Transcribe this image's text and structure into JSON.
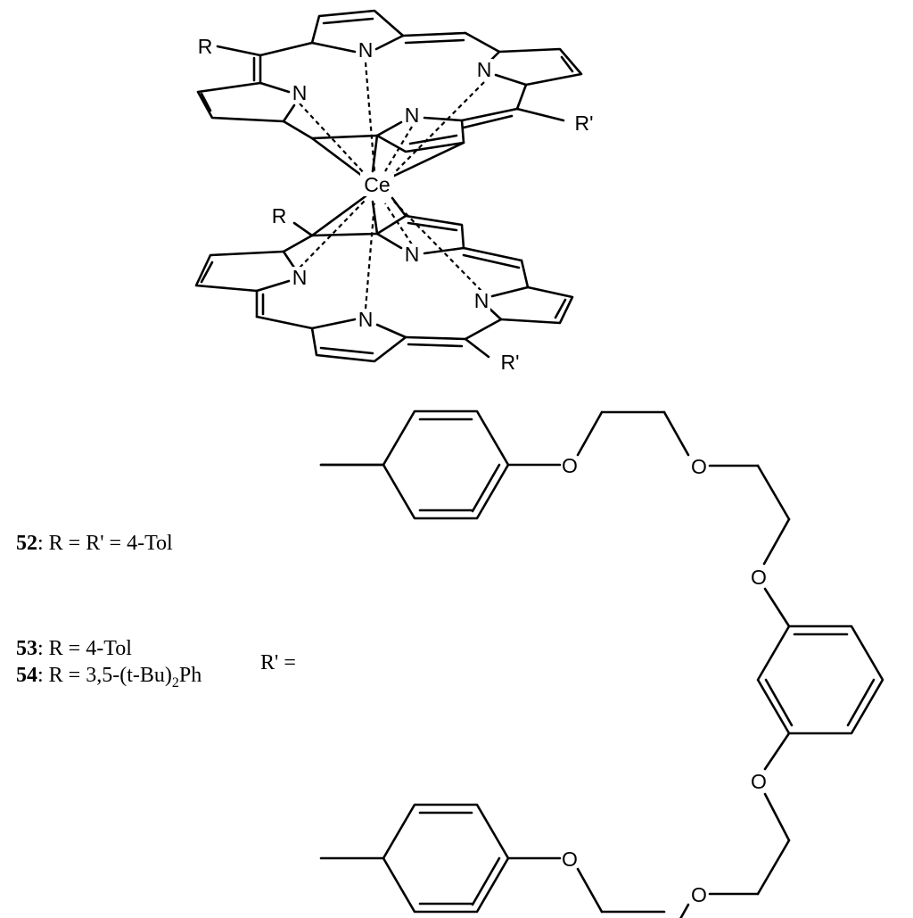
{
  "metal": "Ce",
  "atoms": {
    "nitrogen": "N",
    "oxygen": "O"
  },
  "substituents": {
    "r": "R",
    "r_prime": "R'"
  },
  "compounds": [
    {
      "id": "52",
      "text": ": R = R' = 4-Tol"
    },
    {
      "id": "53",
      "text": ": R = 4-Tol"
    },
    {
      "id": "54",
      "text": ": R = 3,5-(t-Bu)",
      "subscript": "2",
      "suffix": "Ph"
    }
  ],
  "r_prime_definition": "R' ="
}
